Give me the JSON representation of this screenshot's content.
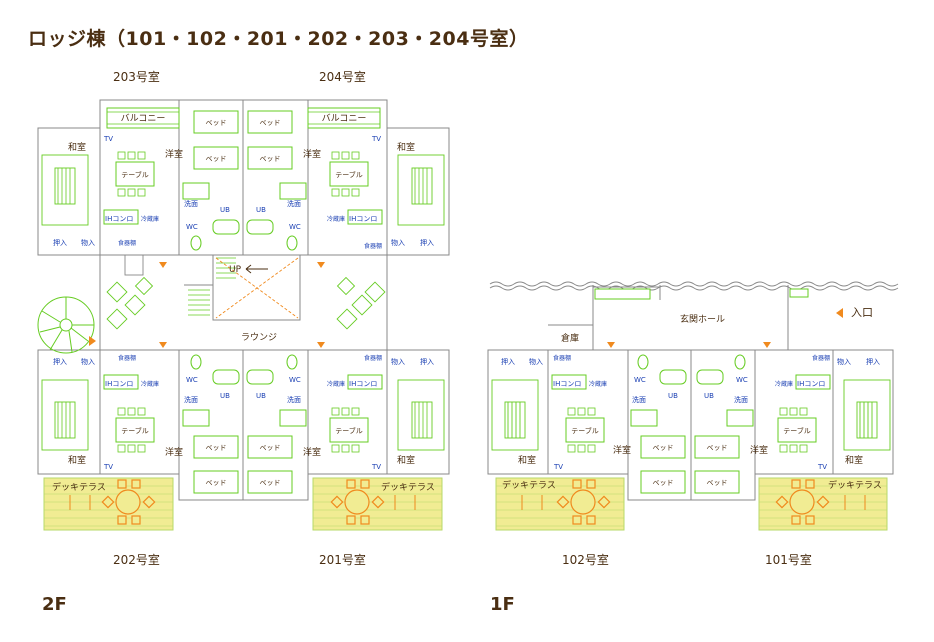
{
  "title": "ロッジ棟（101・102・201・202・203・204号室）",
  "floors": {
    "second": "2F",
    "first": "1F"
  },
  "rooms": {
    "r203": "203号室",
    "r204": "204号室",
    "r202": "202号室",
    "r201": "201号室",
    "r102": "102号室",
    "r101": "101号室"
  },
  "labels": {
    "balcony": "バルコニー",
    "washitsu": "和室",
    "youshitsu": "洋室",
    "bed": "ベッド",
    "table": "テーブル",
    "tv": "TV",
    "ih": "IHコンロ",
    "fridge": "冷蔵庫",
    "senmen": "洗面",
    "wc": "WC",
    "ub": "UB",
    "oshiire": "押入",
    "monoire": "物入",
    "shokkidana": "食器棚",
    "up": "UP",
    "lounge": "ラウンジ",
    "deck": "デッキテラス",
    "genkan": "玄関ホール",
    "souko": "倉庫",
    "iriguchi": "入口"
  },
  "colors": {
    "wall": "#888888",
    "fixture": "#66cc22",
    "text": "#4a2e12",
    "blue": "#1a3fb3",
    "deck": "#f1ec93",
    "deckline": "#b7d86a",
    "orange": "#f08a1e"
  }
}
